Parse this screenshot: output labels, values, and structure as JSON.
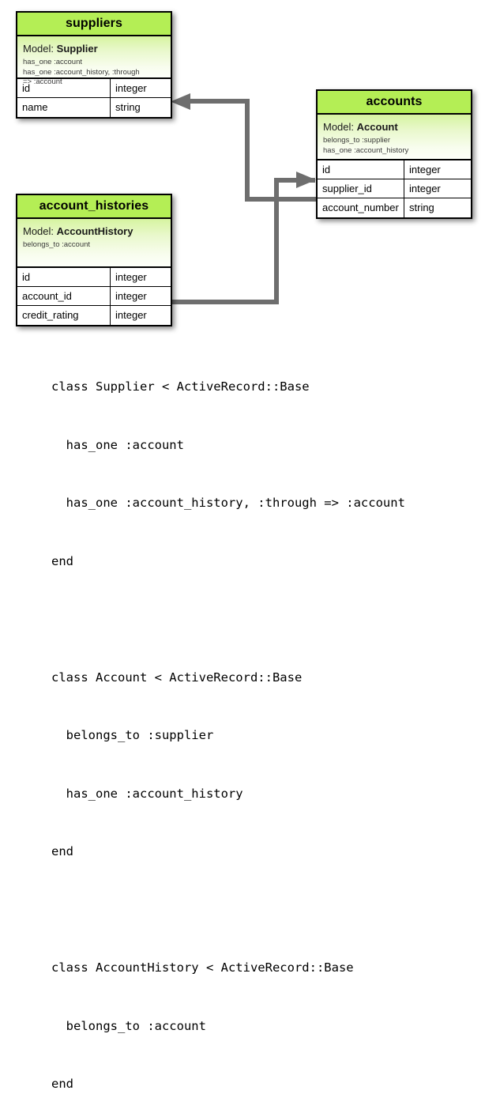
{
  "diagram": {
    "type": "entity-relationship",
    "accent_color": "#b4ee55",
    "connector_color": "#6e6e6e",
    "entities": [
      {
        "id": "suppliers",
        "title": "suppliers",
        "model_label": "Model:",
        "model_name": "Supplier",
        "associations": [
          "has_one :account",
          "has_one :account_history, :through",
          "=> :account"
        ],
        "fields": [
          {
            "name": "id",
            "type": "integer"
          },
          {
            "name": "name",
            "type": "string"
          }
        ]
      },
      {
        "id": "accounts",
        "title": "accounts",
        "model_label": "Model:",
        "model_name": "Account",
        "associations": [
          "belongs_to :supplier",
          "has_one :account_history"
        ],
        "fields": [
          {
            "name": "id",
            "type": "integer"
          },
          {
            "name": "supplier_id",
            "type": "integer"
          },
          {
            "name": "account_number",
            "type": "string"
          }
        ]
      },
      {
        "id": "account_histories",
        "title": "account_histories",
        "model_label": "Model:",
        "model_name": "AccountHistory",
        "associations": [
          "belongs_to :account"
        ],
        "fields": [
          {
            "name": "id",
            "type": "integer"
          },
          {
            "name": "account_id",
            "type": "integer"
          },
          {
            "name": "credit_rating",
            "type": "integer"
          }
        ]
      }
    ],
    "relations": [
      {
        "from": "accounts.supplier_id",
        "to": "suppliers.id"
      },
      {
        "from": "account_histories.account_id",
        "to": "accounts.id"
      }
    ]
  },
  "code": {
    "language": "ruby",
    "lines": [
      "class Supplier < ActiveRecord::Base",
      "  has_one :account",
      "  has_one :account_history, :through => :account",
      "end",
      "",
      "class Account < ActiveRecord::Base",
      "  belongs_to :supplier",
      "  has_one :account_history",
      "end",
      "",
      "class AccountHistory < ActiveRecord::Base",
      "  belongs_to :account",
      "end"
    ]
  }
}
